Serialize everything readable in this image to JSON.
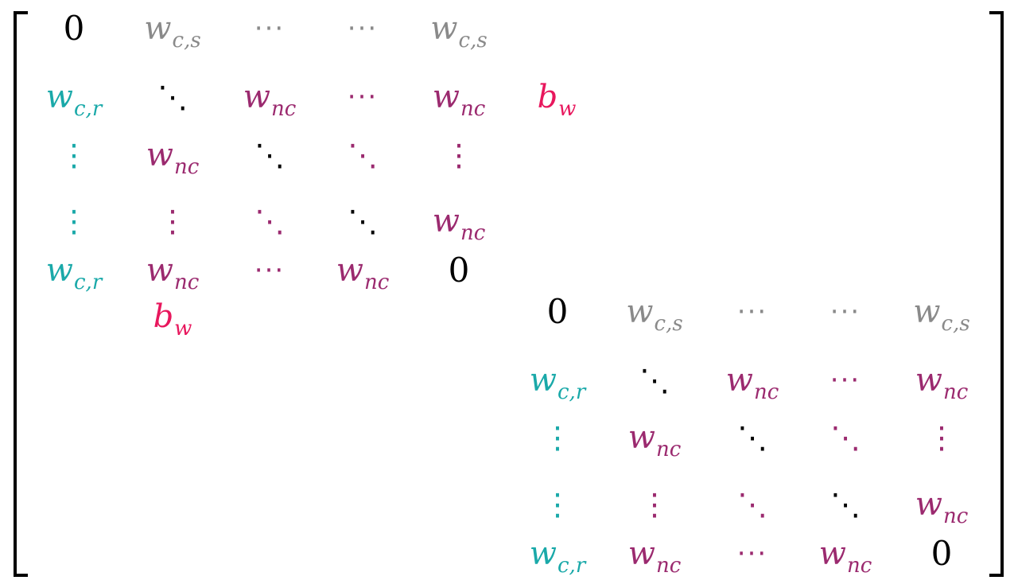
{
  "colors": {
    "black": "#000000",
    "gray": "#8a8a8a",
    "teal": "#1aa9a9",
    "purple": "#9b2a6f",
    "red": "#e8175d"
  },
  "blocks": [
    {
      "rows": [
        [
          {
            "kind": "zero",
            "text": "0",
            "color": "black"
          },
          {
            "kind": "sym",
            "base": "w",
            "sub": "c,s",
            "color": "gray"
          },
          {
            "kind": "dots",
            "text": "···",
            "color": "gray"
          },
          {
            "kind": "dots",
            "text": "···",
            "color": "gray"
          },
          {
            "kind": "sym",
            "base": "w",
            "sub": "c,s",
            "color": "gray"
          },
          null
        ],
        [
          {
            "kind": "sym",
            "base": "w",
            "sub": "c,r",
            "color": "teal"
          },
          {
            "kind": "ddots",
            "text": "⋱",
            "color": "black"
          },
          {
            "kind": "sym",
            "base": "w",
            "sub": "nc",
            "color": "purple"
          },
          {
            "kind": "dots",
            "text": "···",
            "color": "purple"
          },
          {
            "kind": "sym",
            "base": "w",
            "sub": "nc",
            "color": "purple"
          },
          {
            "kind": "sym",
            "base": "b",
            "sub": "w",
            "color": "red"
          }
        ],
        [
          {
            "kind": "vdots",
            "text": "⋮",
            "color": "teal"
          },
          {
            "kind": "sym",
            "base": "w",
            "sub": "nc",
            "color": "purple"
          },
          {
            "kind": "ddots",
            "text": "⋱",
            "color": "black"
          },
          {
            "kind": "ddots",
            "text": "⋱",
            "color": "purple"
          },
          {
            "kind": "vdots",
            "text": "⋮",
            "color": "purple"
          },
          null
        ],
        [
          {
            "kind": "vdots",
            "text": "⋮",
            "color": "teal"
          },
          {
            "kind": "vdots",
            "text": "⋮",
            "color": "purple"
          },
          {
            "kind": "ddots",
            "text": "⋱",
            "color": "purple"
          },
          {
            "kind": "ddots",
            "text": "⋱",
            "color": "black"
          },
          {
            "kind": "sym",
            "base": "w",
            "sub": "nc",
            "color": "purple"
          },
          null
        ],
        [
          {
            "kind": "sym",
            "base": "w",
            "sub": "c,r",
            "color": "teal"
          },
          {
            "kind": "sym",
            "base": "w",
            "sub": "nc",
            "color": "purple"
          },
          {
            "kind": "dots",
            "text": "···",
            "color": "purple"
          },
          {
            "kind": "sym",
            "base": "w",
            "sub": "nc",
            "color": "purple"
          },
          {
            "kind": "zero",
            "text": "0",
            "color": "black"
          },
          null
        ],
        [
          null,
          {
            "kind": "sym",
            "base": "b",
            "sub": "w",
            "color": "red"
          },
          null,
          null,
          null,
          null
        ]
      ]
    },
    {
      "rows": [
        [
          {
            "kind": "zero",
            "text": "0",
            "color": "black"
          },
          {
            "kind": "sym",
            "base": "w",
            "sub": "c,s",
            "color": "gray"
          },
          {
            "kind": "dots",
            "text": "···",
            "color": "gray"
          },
          {
            "kind": "dots",
            "text": "···",
            "color": "gray"
          },
          {
            "kind": "sym",
            "base": "w",
            "sub": "c,s",
            "color": "gray"
          }
        ],
        [
          {
            "kind": "sym",
            "base": "w",
            "sub": "c,r",
            "color": "teal"
          },
          {
            "kind": "ddots",
            "text": "⋱",
            "color": "black"
          },
          {
            "kind": "sym",
            "base": "w",
            "sub": "nc",
            "color": "purple"
          },
          {
            "kind": "dots",
            "text": "···",
            "color": "purple"
          },
          {
            "kind": "sym",
            "base": "w",
            "sub": "nc",
            "color": "purple"
          }
        ],
        [
          {
            "kind": "vdots",
            "text": "⋮",
            "color": "teal"
          },
          {
            "kind": "sym",
            "base": "w",
            "sub": "nc",
            "color": "purple"
          },
          {
            "kind": "ddots",
            "text": "⋱",
            "color": "black"
          },
          {
            "kind": "ddots",
            "text": "⋱",
            "color": "purple"
          },
          {
            "kind": "vdots",
            "text": "⋮",
            "color": "purple"
          }
        ],
        [
          {
            "kind": "vdots",
            "text": "⋮",
            "color": "teal"
          },
          {
            "kind": "vdots",
            "text": "⋮",
            "color": "purple"
          },
          {
            "kind": "ddots",
            "text": "⋱",
            "color": "purple"
          },
          {
            "kind": "ddots",
            "text": "⋱",
            "color": "black"
          },
          {
            "kind": "sym",
            "base": "w",
            "sub": "nc",
            "color": "purple"
          }
        ],
        [
          {
            "kind": "sym",
            "base": "w",
            "sub": "c,r",
            "color": "teal"
          },
          {
            "kind": "sym",
            "base": "w",
            "sub": "nc",
            "color": "purple"
          },
          {
            "kind": "dots",
            "text": "···",
            "color": "purple"
          },
          {
            "kind": "sym",
            "base": "w",
            "sub": "nc",
            "color": "purple"
          },
          {
            "kind": "zero",
            "text": "0",
            "color": "black"
          }
        ]
      ]
    }
  ]
}
